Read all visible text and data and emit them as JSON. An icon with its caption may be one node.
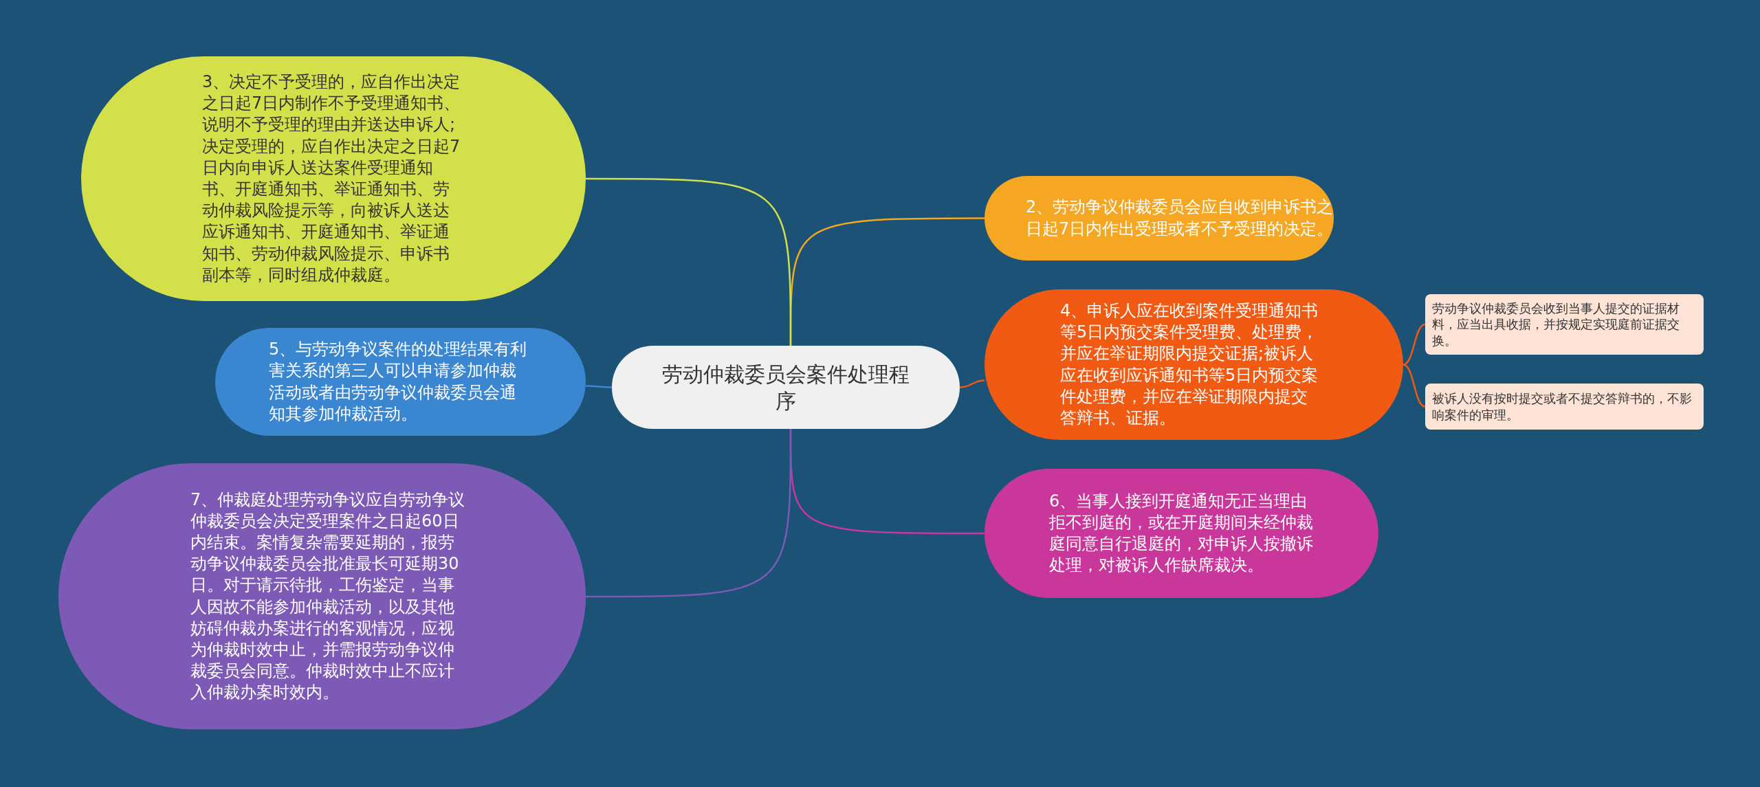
{
  "diagram": {
    "nodes": [
      {
        "text": [
          "劳动仲裁委员会案件处理程序"
        ]
      },
      {
        "text": [
          "2、劳动争议仲裁委员会应自收到申诉书之日起7日内作出受理或者不予受理的决定。"
        ]
      },
      {
        "text": [
          "3、决定不予受理的，应自作出决定之日起7日内制作不予受理通知书、说明不予受理的理由并送达申诉人;决定受理的，应自作出决定之日起7日内向申诉人送达案件受理通知书、开庭通知书、举证通知书、劳动仲裁风险提示等，向被诉人送达应诉通知书、开庭通知书、举证通知书、劳动仲裁风险提示、申诉书副本等，同时组成仲裁庭。"
        ]
      },
      {
        "text": [
          "4、申诉人应在收到案件受理通知书等5日内预交案件受理费、处理费，并应在举证期限内提交证据;被诉人应在收到应诉通知书等5日内预交案件处理费，并应在举证期限内提交答辩书、证据。"
        ]
      },
      {
        "text": [
          "劳动争议仲裁委员会收到当事人提交的证据材料，应当出具收据，并按规定实现庭前证据交换。"
        ]
      },
      {
        "text": [
          "被诉人没有按时提交或者不提交答辩书的，不影响案件的审理。"
        ]
      },
      {
        "text": [
          "5、与劳动争议案件的处理结果有利害关系的第三人可以申请参加仲裁活动或者由劳动争议仲裁委员会通知其参加仲裁活动。"
        ]
      },
      {
        "text": [
          "6、当事人接到开庭通知无正当理由拒不到庭的，或在开庭期间未经仲裁庭同意自行退庭的，对申诉人按撤诉处理，对被诉人作缺席裁决。"
        ]
      },
      {
        "text": [
          "7、仲裁庭处理劳动争议应自劳动争议仲裁委员会决定受理案件之日起60日内结束。案情复杂需要延期的，报劳动争议仲裁委员会批准最长可延期30日。对于请示待批，工伤鉴定，当事人因故不能参加仲裁活动，以及其他妨碍仲裁办案进行的客观情况，应视为仲裁时效中止，并需报劳动争议仲裁委员会同意。仲裁时效中止不应计入仲裁办案时效内。"
        ]
      }
    ],
    "edges": [
      {
        "from": 0,
        "to": 1,
        "arrow": "none",
        "color": "#f5a623"
      },
      {
        "from": 0,
        "to": 2,
        "arrow": "none",
        "color": "#d4e04a"
      },
      {
        "from": 0,
        "to": 3,
        "arrow": "none",
        "color": "#f05a12"
      },
      {
        "from": 3,
        "to": 4,
        "arrow": "none",
        "color": "#f05a12"
      },
      {
        "from": 3,
        "to": 5,
        "arrow": "none",
        "color": "#f05a12"
      },
      {
        "from": 0,
        "to": 6,
        "arrow": "none",
        "color": "#3a86d0"
      },
      {
        "from": 0,
        "to": 7,
        "arrow": "none",
        "color": "#c9379b"
      },
      {
        "from": 0,
        "to": 8,
        "arrow": "none",
        "color": "#7d5ab5"
      }
    ]
  }
}
